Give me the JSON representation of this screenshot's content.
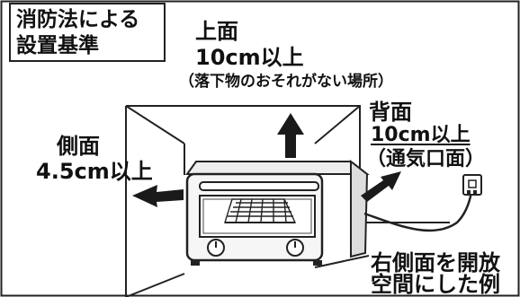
{
  "title": {
    "line1": "消防法による",
    "line2": "設置基準"
  },
  "top": {
    "label": "上面",
    "distance": "10cm以上",
    "note": "（落下物のおそれがない場所）"
  },
  "side": {
    "label": "側面",
    "distance": "4.5cm以上"
  },
  "back": {
    "label": "背面",
    "distance": "10cm以上",
    "note": "（通気口面）"
  },
  "example": {
    "line1": "右側面を開放",
    "line2": "空間にした例"
  },
  "colors": {
    "line": "#222222",
    "arrow": "#1a1a1a",
    "background": "#ffffff"
  },
  "icons": [
    "arrow-up-icon",
    "arrow-left-icon",
    "arrow-back-icon",
    "power-outlet-icon"
  ]
}
